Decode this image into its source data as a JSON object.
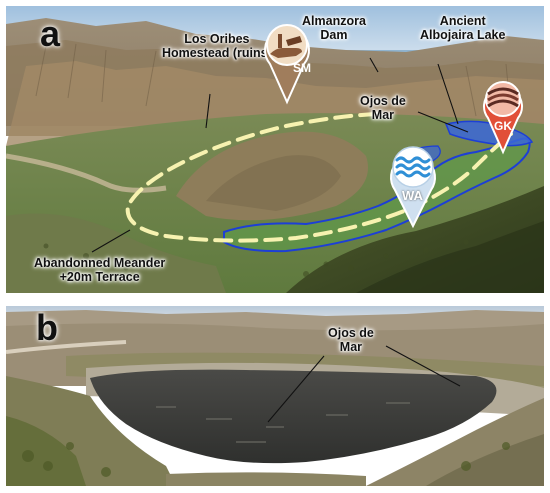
{
  "panel_a": {
    "label": "a",
    "annotations": {
      "homestead": "Los Oribes Homestead (ruins)",
      "dam": "Almanzora Dam",
      "lake": "Ancient Albojaira Lake",
      "ojos": "Ojos de Mar",
      "meander": "Abandonned Meander +20m Terrace"
    },
    "markers": {
      "sm": "SM",
      "gk": "GK",
      "wa": "WA"
    }
  },
  "panel_b": {
    "label": "b",
    "annotations": {
      "ojos": "Ojos de Mar"
    }
  },
  "colors": {
    "meander_path": "#f7f2b0",
    "wetland_outline": "#1d3fd6",
    "sm_marker": "#a07d5c",
    "gk_marker": "#e14f38",
    "wa_marker": "#cfe0f0"
  },
  "icons": [
    "rock-hand-icon",
    "rock-strata-icon",
    "water-waves-icon"
  ]
}
